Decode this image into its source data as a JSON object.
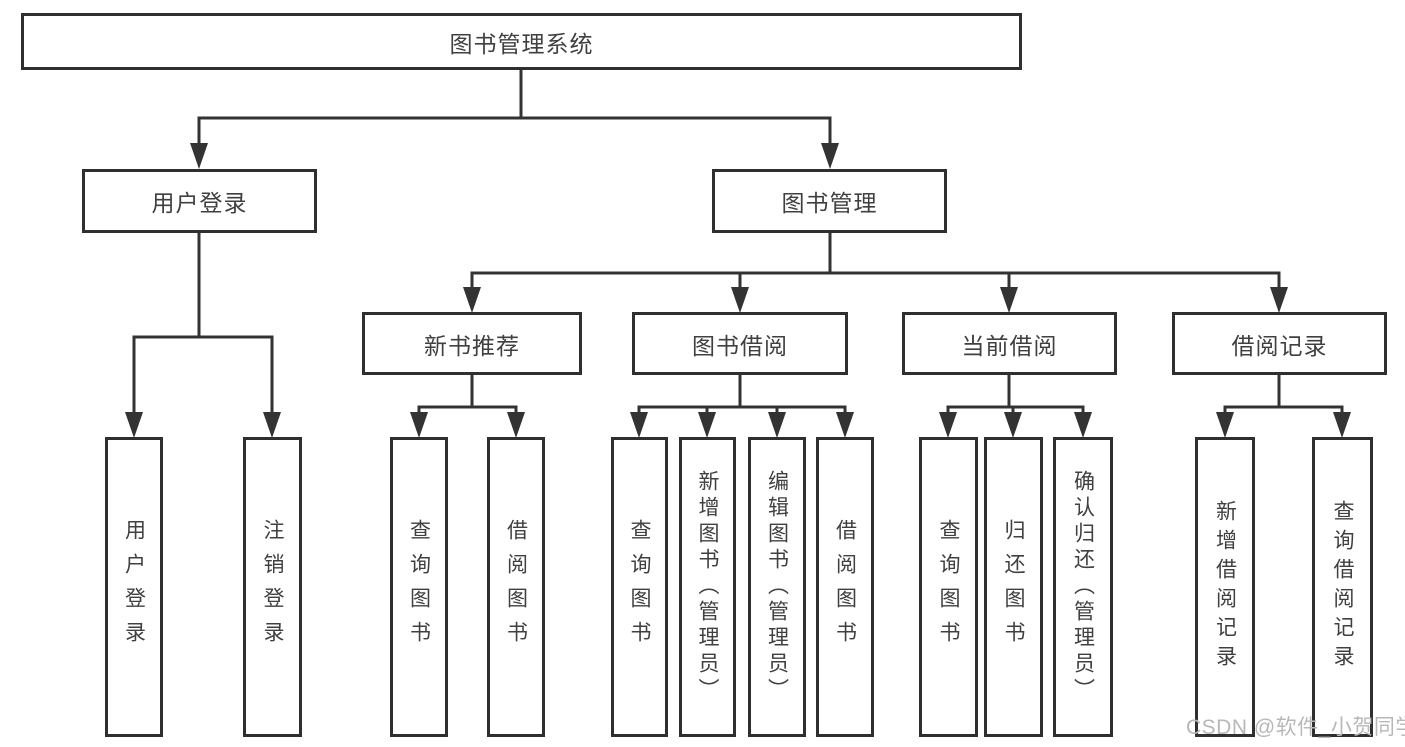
{
  "diagram": {
    "type": "hierarchy-tree",
    "tree": {
      "label": "图书管理系统",
      "children": [
        {
          "label": "用户登录",
          "children": [
            {
              "label": "用户登录"
            },
            {
              "label": "注销登录"
            }
          ]
        },
        {
          "label": "图书管理",
          "children": [
            {
              "label": "新书推荐",
              "children": [
                {
                  "label": "查询图书"
                },
                {
                  "label": "借阅图书"
                }
              ]
            },
            {
              "label": "图书借阅",
              "children": [
                {
                  "label": "查询图书"
                },
                {
                  "label": "新增图书（管理员）"
                },
                {
                  "label": "编辑图书（管理员）"
                },
                {
                  "label": "借阅图书"
                }
              ]
            },
            {
              "label": "当前借阅",
              "children": [
                {
                  "label": "查询图书"
                },
                {
                  "label": "归还图书"
                },
                {
                  "label": "确认归还（管理员）"
                }
              ]
            },
            {
              "label": "借阅记录",
              "children": [
                {
                  "label": "新增借阅记录"
                },
                {
                  "label": "查询借阅记录"
                }
              ]
            }
          ]
        }
      ]
    }
  },
  "watermark": {
    "text": "CSDN @软件_小贺同学"
  },
  "colors": {
    "line": "#333333",
    "box_border": "#2f2f2f",
    "text": "#404040",
    "watermark": "#b8b8b8",
    "background": "#ffffff"
  }
}
